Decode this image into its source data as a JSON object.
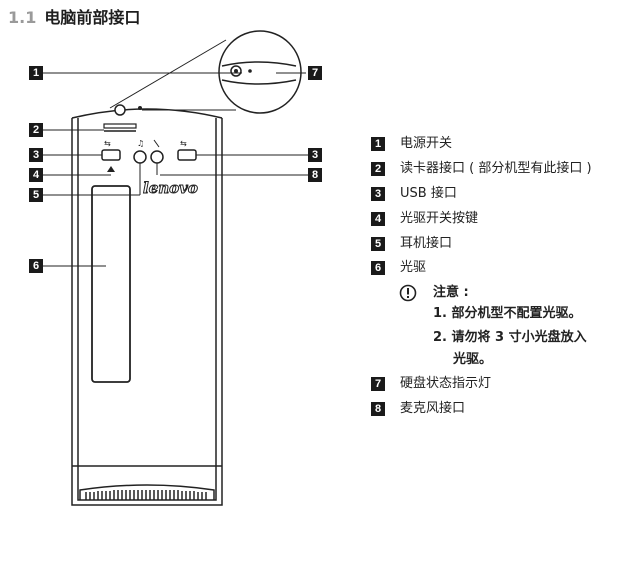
{
  "heading": {
    "number": "1.1",
    "title": "电脑前部接口"
  },
  "logo_text": "lenovo",
  "callouts": [
    "1",
    "2",
    "3",
    "4",
    "5",
    "6",
    "7",
    "8"
  ],
  "legend": [
    {
      "num": "1",
      "label": "电源开关"
    },
    {
      "num": "2",
      "label": "读卡器接口 ( 部分机型有此接口 )"
    },
    {
      "num": "3",
      "label": "USB 接口"
    },
    {
      "num": "4",
      "label": "光驱开关按键"
    },
    {
      "num": "5",
      "label": "耳机接口"
    },
    {
      "num": "6",
      "label": "光驱"
    }
  ],
  "note": {
    "title": "注意 :",
    "items": [
      "1. 部分机型不配置光驱。",
      "2. 请勿将 3 寸小光盘放入",
      "光驱。"
    ]
  },
  "legend_after": [
    {
      "num": "7",
      "label": "硬盘状态指示灯"
    },
    {
      "num": "8",
      "label": "麦克风接口"
    }
  ]
}
